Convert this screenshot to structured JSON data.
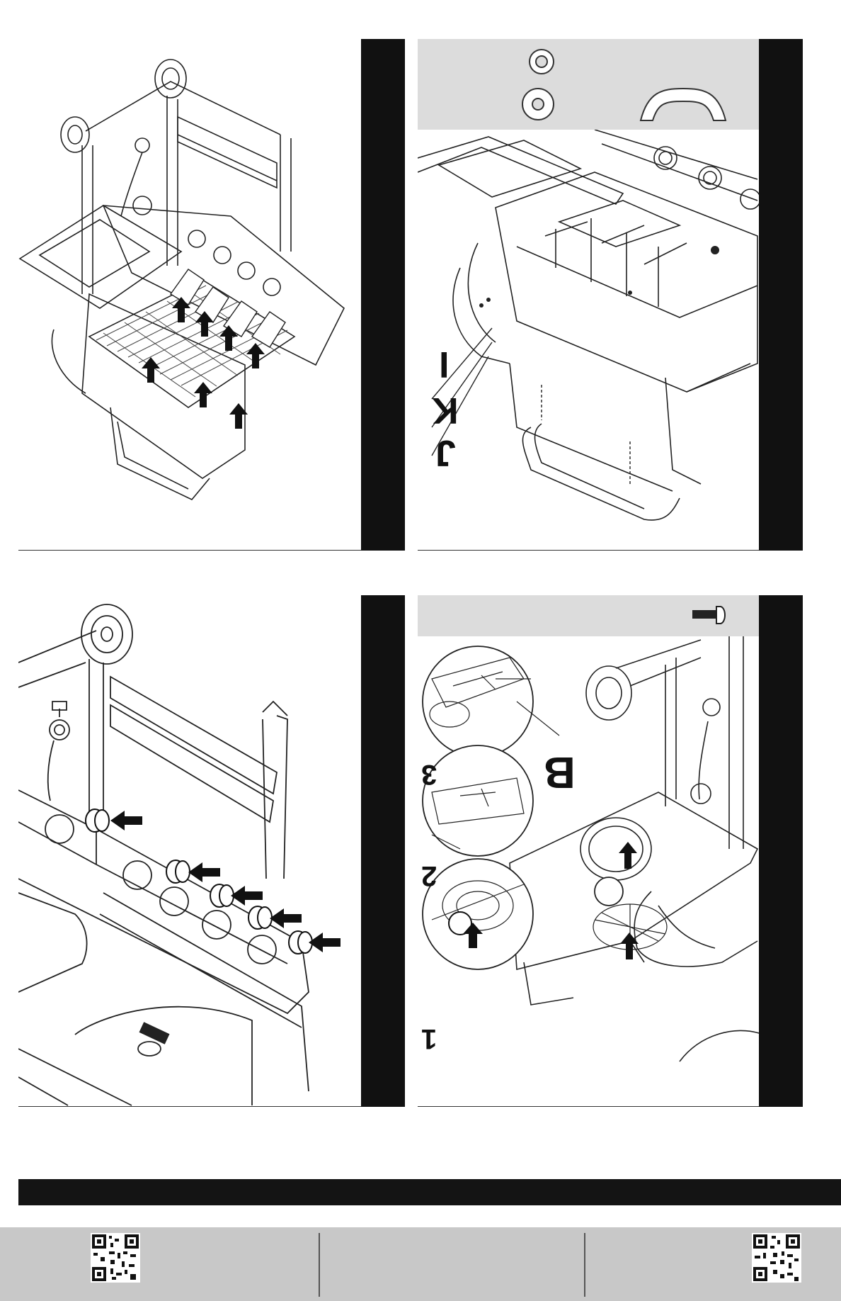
{
  "panels": [
    {
      "id": "panel-1",
      "content": "grates-installation"
    },
    {
      "id": "panel-2",
      "content": "handle-installation"
    },
    {
      "id": "panel-3",
      "content": "control-knobs-installation"
    },
    {
      "id": "panel-4",
      "content": "side-burner-installation"
    }
  ],
  "panel2": {
    "part_labels": [
      "I",
      "K",
      "J"
    ]
  },
  "panel4": {
    "callout_letter": "B",
    "step_numbers": [
      "3",
      "2",
      "1"
    ]
  },
  "footer": {
    "qr_codes": [
      "left-qr",
      "right-qr"
    ]
  },
  "colors": {
    "sidebar": "#111111",
    "gray_band": "#dcdcdc",
    "footer": "#c8c8c8"
  }
}
